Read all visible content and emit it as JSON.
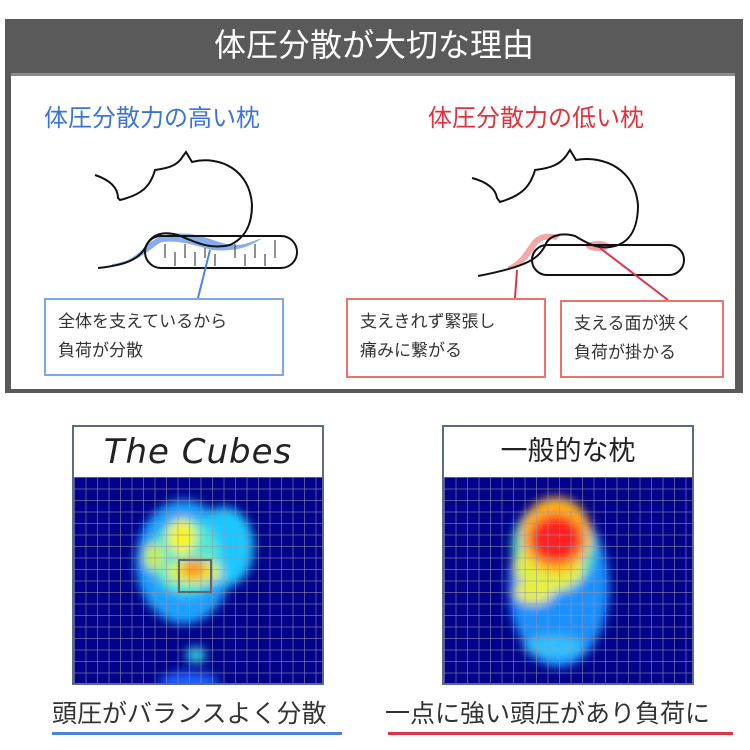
{
  "header": {
    "title": "体圧分散が大切な理由"
  },
  "comparison": {
    "left": {
      "title": "体圧分散力の高い枕",
      "title_color": "#3b74d8",
      "notes": [
        {
          "line1": "全体を支えているから",
          "line2": "負荷が分散"
        }
      ]
    },
    "right": {
      "title": "体圧分散力の低い枕",
      "title_color": "#e0323c",
      "notes": [
        {
          "line1": "支えきれず緊張し",
          "line2": "痛みに繋がる"
        },
        {
          "line1": "支える面が狭く",
          "line2": "負荷が掛かる"
        }
      ]
    }
  },
  "pressure_maps": {
    "left": {
      "label": "The Cubes",
      "caption": "頭圧がバランスよく分散",
      "underline_color": "#4a84e0"
    },
    "right": {
      "label": "一般的な枕",
      "caption": "一点に強い頭圧があり負荷に",
      "underline_color": "#e0324a"
    }
  }
}
